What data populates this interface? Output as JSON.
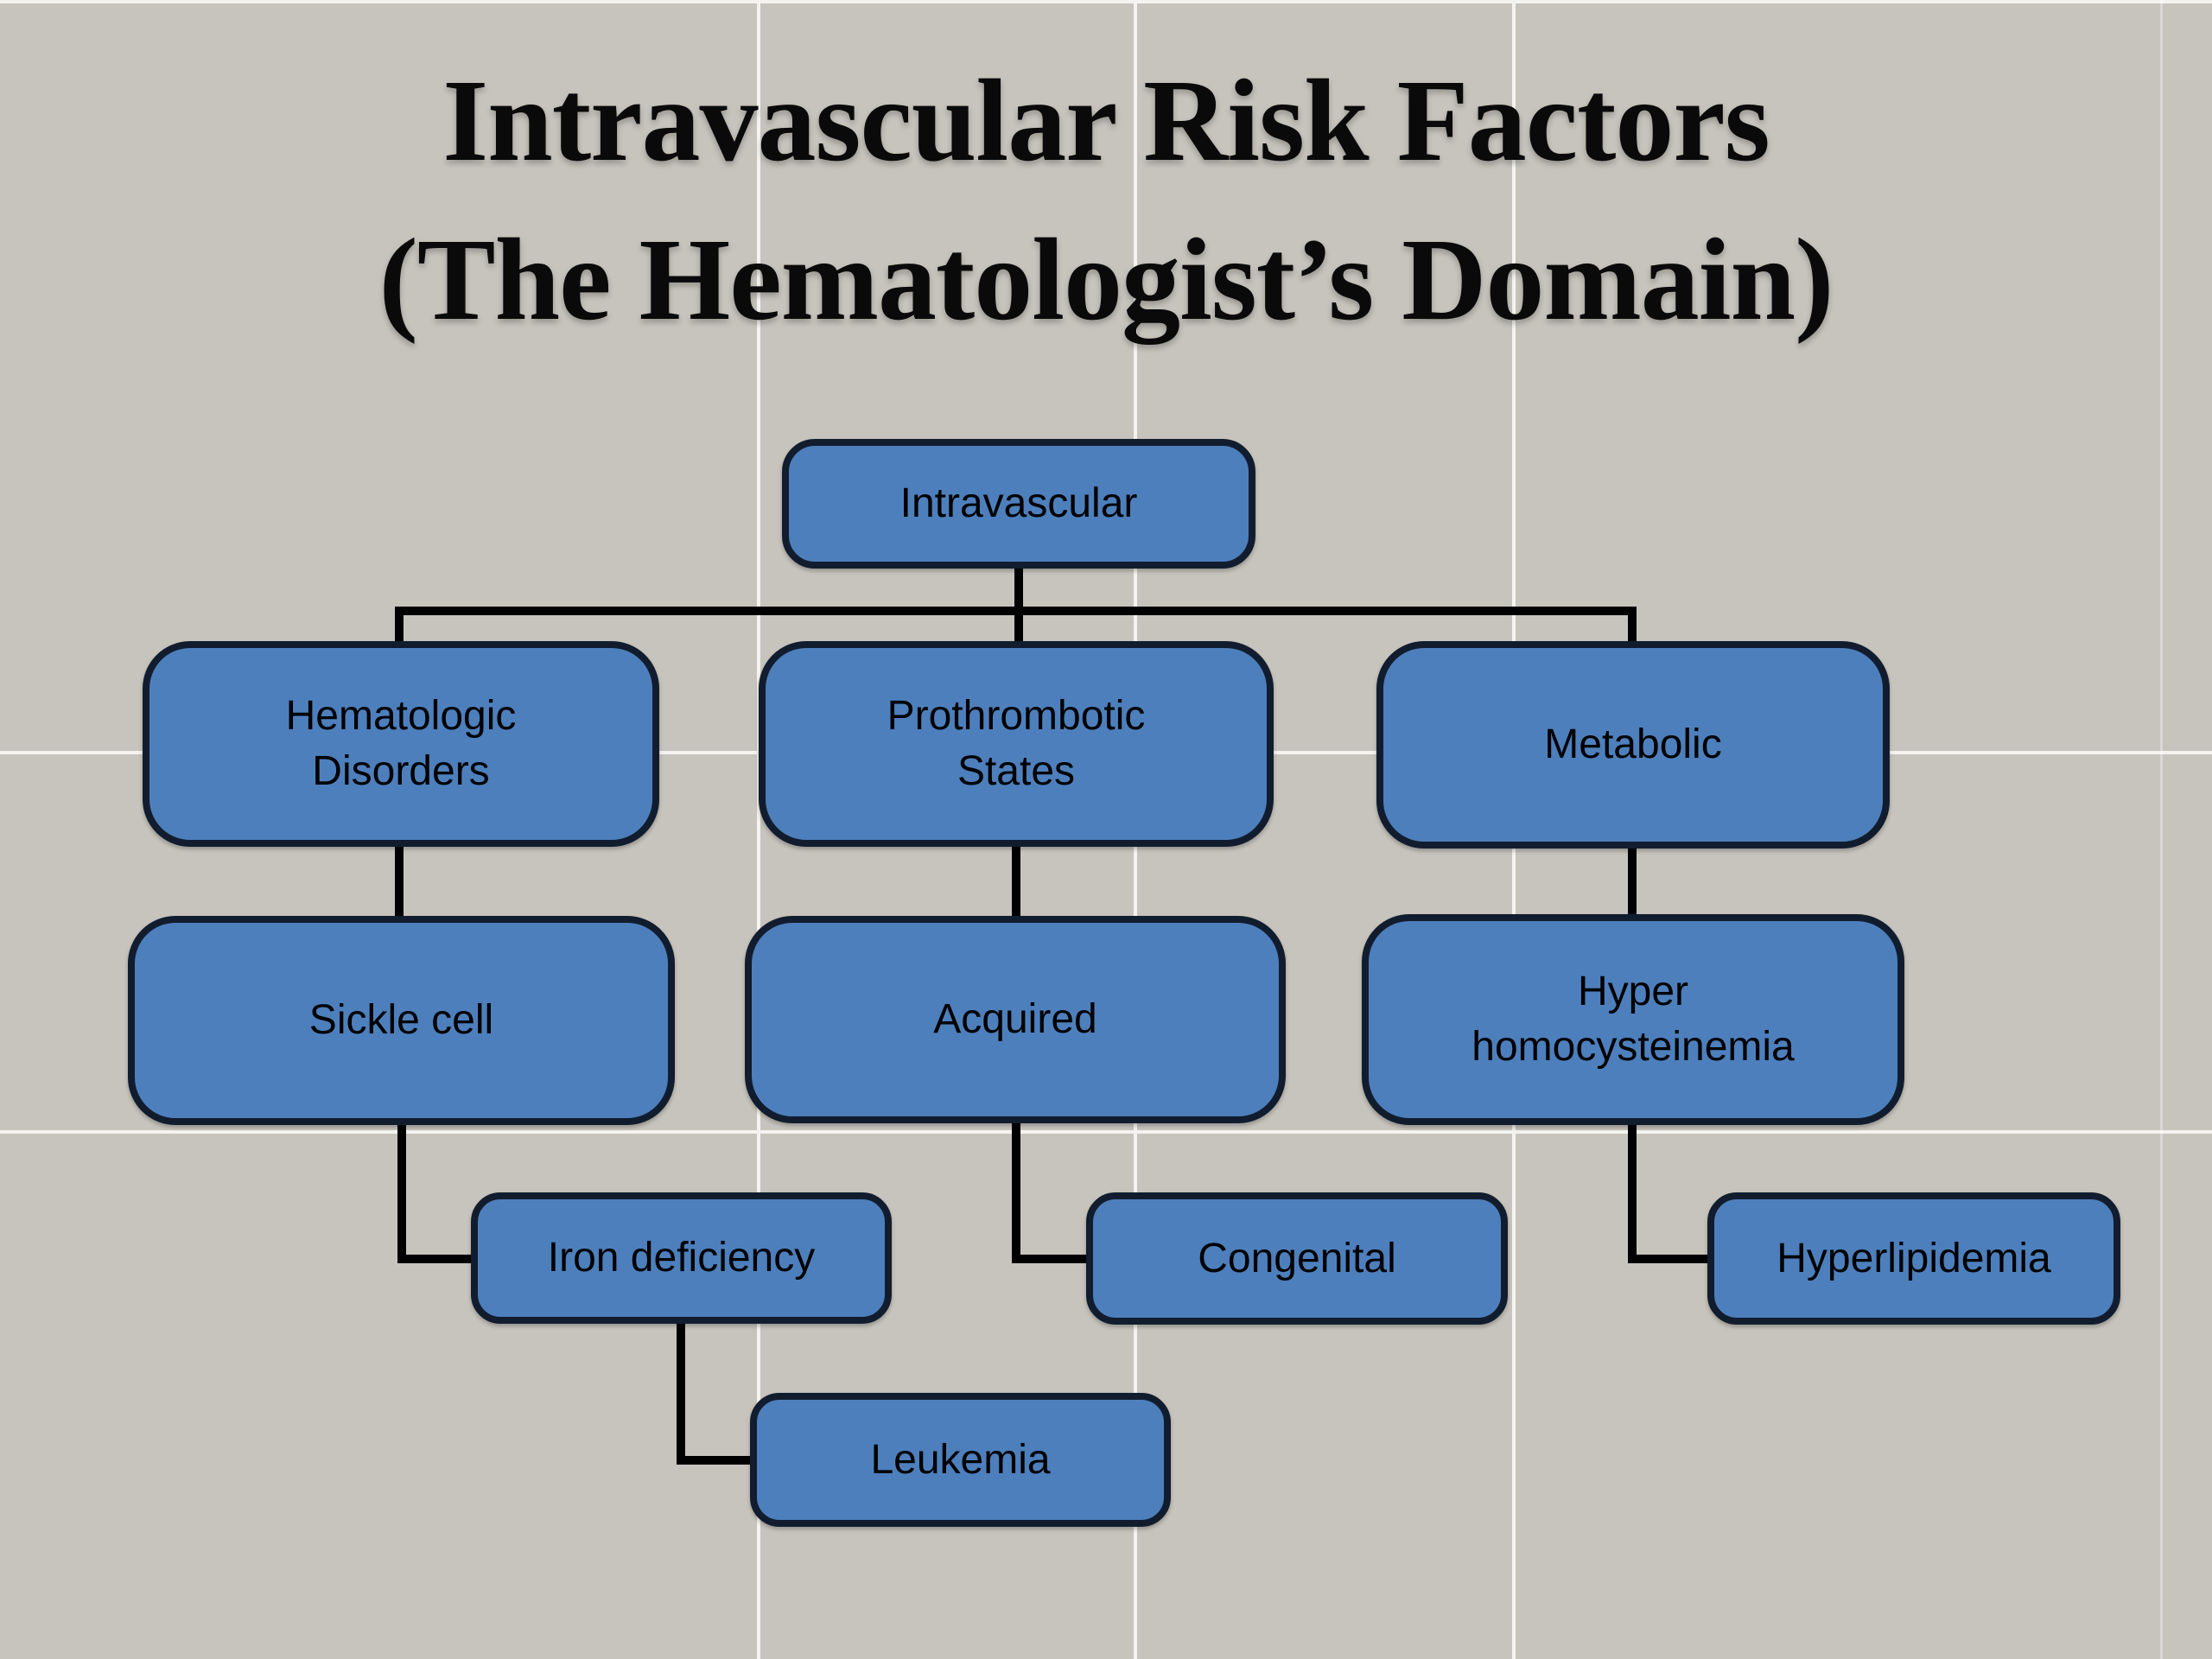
{
  "slide": {
    "title": {
      "line1": "Intravascular Risk Factors",
      "line2": "(The Hematologist’s Domain)"
    }
  },
  "nodes": {
    "intravascular": {
      "label": "Intravascular"
    },
    "hematologic_disorders": {
      "label": "Hematologic\nDisorders"
    },
    "prothrombotic_states": {
      "label": "Prothrombotic\nStates"
    },
    "metabolic": {
      "label": "Metabolic"
    },
    "sickle_cell": {
      "label": "Sickle cell"
    },
    "acquired": {
      "label": "Acquired"
    },
    "hyper_homocysteinemia": {
      "label": "Hyper\nhomocysteinemia"
    },
    "iron_deficiency": {
      "label": "Iron deficiency"
    },
    "congenital": {
      "label": "Congenital"
    },
    "hyperlipidemia": {
      "label": "Hyperlipidemia"
    },
    "leukemia": {
      "label": "Leukemia"
    }
  },
  "edges": [
    {
      "from": "intravascular",
      "to": "hematologic_disorders"
    },
    {
      "from": "intravascular",
      "to": "prothrombotic_states"
    },
    {
      "from": "intravascular",
      "to": "metabolic"
    },
    {
      "from": "hematologic_disorders",
      "to": "sickle_cell"
    },
    {
      "from": "sickle_cell",
      "to": "iron_deficiency"
    },
    {
      "from": "iron_deficiency",
      "to": "leukemia"
    },
    {
      "from": "prothrombotic_states",
      "to": "acquired"
    },
    {
      "from": "acquired",
      "to": "congenital"
    },
    {
      "from": "metabolic",
      "to": "hyper_homocysteinemia"
    },
    {
      "from": "hyper_homocysteinemia",
      "to": "hyperlipidemia"
    }
  ],
  "colors": {
    "background": "#c7c4bd",
    "box_fill": "#4d7fbc",
    "box_border": "#111d2e",
    "connector": "#000000",
    "gridline": "#f4f3ef",
    "title_text": "#0a0a0a",
    "node_text": "#000000"
  }
}
